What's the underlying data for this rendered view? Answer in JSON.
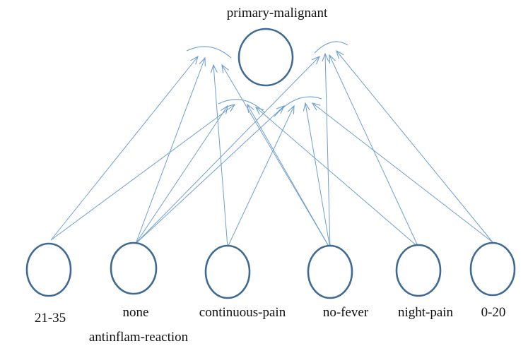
{
  "diagram": {
    "title_node": {
      "label": "primary-malignant"
    },
    "evidence_nodes": [
      {
        "id": "n1",
        "label": "21-35"
      },
      {
        "id": "n2",
        "label": "none",
        "label2": "antinflam-reaction"
      },
      {
        "id": "n3",
        "label": "continuous-pain"
      },
      {
        "id": "n4",
        "label": "no-fever"
      },
      {
        "id": "n5",
        "label": "night-pain"
      },
      {
        "id": "n6",
        "label": "0-20"
      }
    ],
    "colors": {
      "node_stroke": "#3f6a93",
      "edge": "#6f9fd0",
      "text": "#111111"
    }
  }
}
